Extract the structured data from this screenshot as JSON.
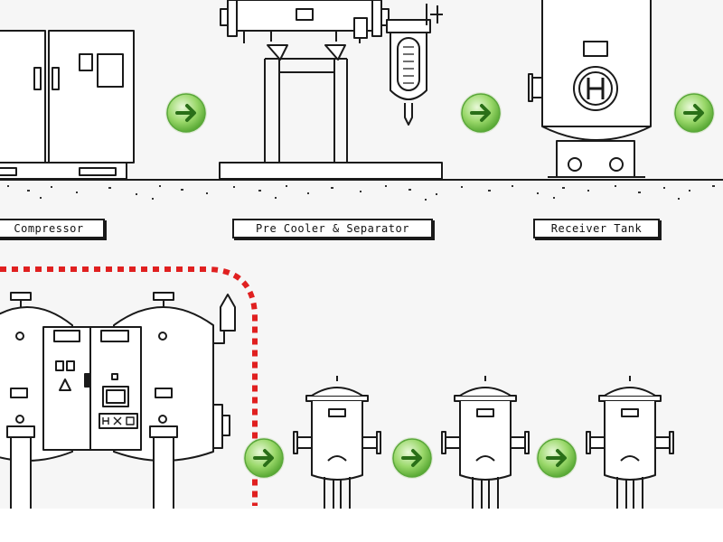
{
  "labels": {
    "compressor": "Compressor",
    "pre_cooler": "Pre Cooler & Separator",
    "receiver_tank": "Receiver Tank"
  },
  "colors": {
    "line": "#1a1a1a",
    "arrow_fill": "#7cc84a",
    "arrow_dark": "#2f8a1e",
    "highlight": "#e02020",
    "background": "#f6f6f6"
  },
  "icons": {
    "flow_arrow": "arrow-right-circle-icon"
  }
}
